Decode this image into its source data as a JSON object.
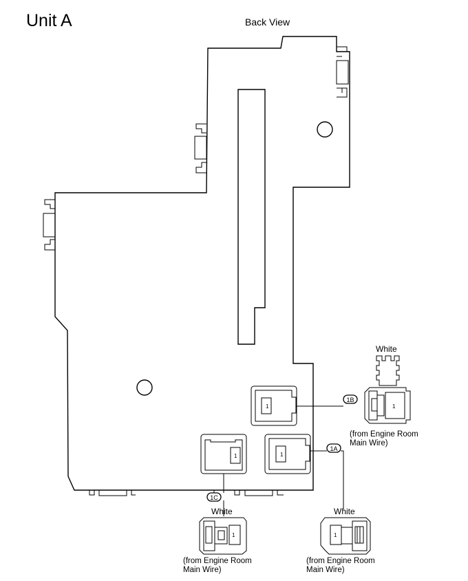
{
  "title": "Unit A",
  "view": "Back View",
  "connectors": {
    "c1A": {
      "tag": "1A",
      "color": "White",
      "pin": "1",
      "note": "(from Engine Room\nMain Wire)"
    },
    "c1B": {
      "tag": "1B",
      "color": "White",
      "pin": "1",
      "note": "(from Engine Room\nMain Wire)"
    },
    "c1C": {
      "tag": "1C",
      "color": "White",
      "pin": "1",
      "note": "(from Engine Room\nMain Wire)"
    }
  }
}
